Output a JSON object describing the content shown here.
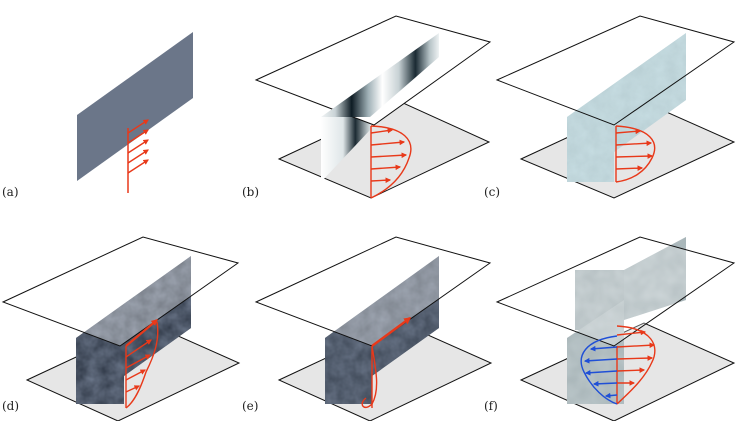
{
  "panels": [
    {
      "id": "a",
      "label": "(a)"
    },
    {
      "id": "b",
      "label": "(b)"
    },
    {
      "id": "c",
      "label": "(c)"
    },
    {
      "id": "d",
      "label": "(d)"
    },
    {
      "id": "e",
      "label": "(e)"
    },
    {
      "id": "f",
      "label": "(f)"
    }
  ],
  "colors": {
    "profile_red": "#e8391a",
    "profile_blue": "#1f4fd6",
    "plate_fill": "#e6e6e6",
    "plane_gray": "#6b7689",
    "outline": "#111111"
  }
}
